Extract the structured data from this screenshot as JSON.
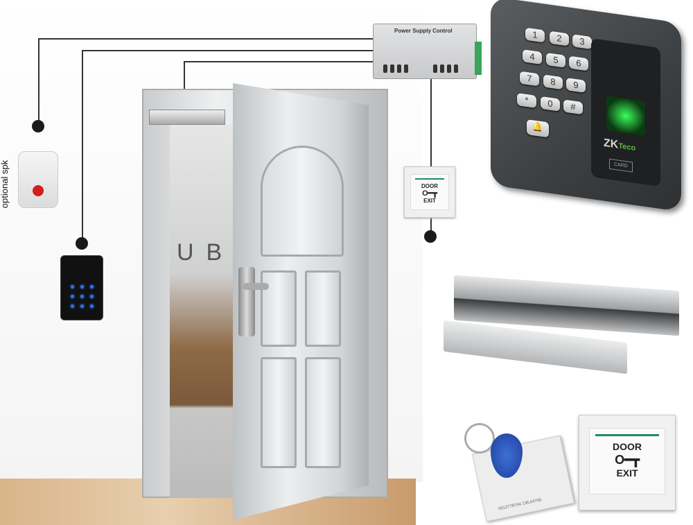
{
  "speaker": {
    "label": "optional spk"
  },
  "psu": {
    "title": "Power Supply Control"
  },
  "scene": {
    "wall_sign": "UB"
  },
  "exit_small": {
    "top": "DOOR",
    "bottom": "EXIT"
  },
  "exit_big": {
    "top": "DOOR",
    "bottom": "EXIT"
  },
  "fingerprint_reader": {
    "brand": "ZK",
    "brand_suffix": "Teco",
    "card_label": "CARD",
    "keys": [
      "1",
      "2",
      "3",
      "4",
      "5",
      "6",
      "7",
      "8",
      "9",
      "*",
      "0",
      "#"
    ]
  },
  "card": {
    "number": "0012778764 136,64756"
  },
  "colors": {
    "wire": "#333333",
    "exit_bar": "#1d8a6b",
    "fob": "#2d58c0",
    "finger_led": "#3cff5a"
  }
}
